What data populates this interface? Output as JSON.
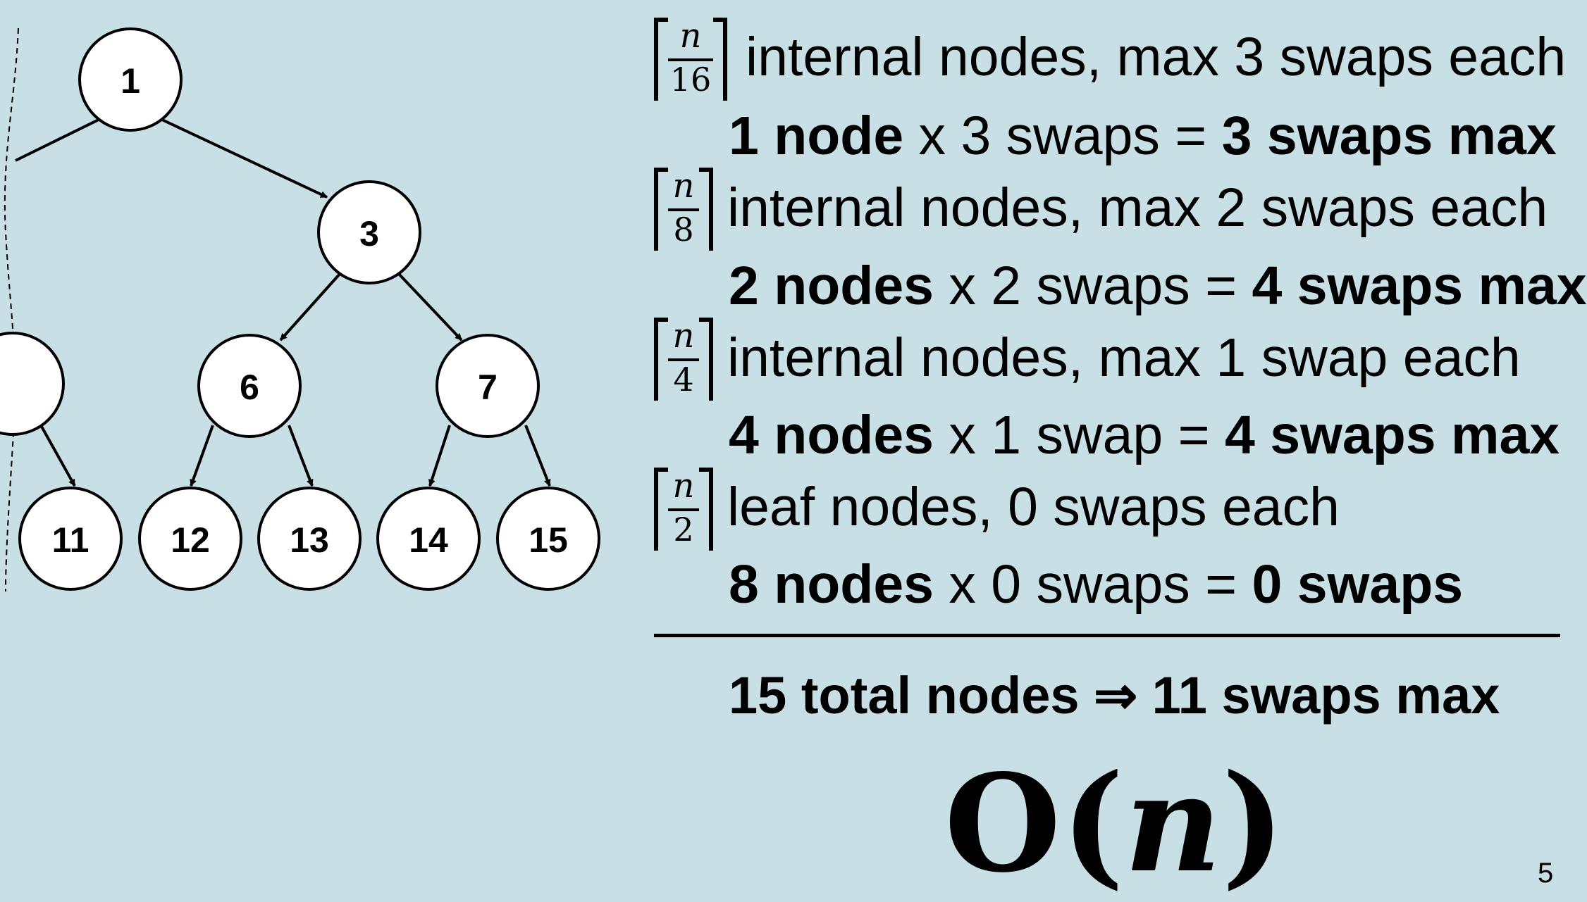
{
  "tree": {
    "nodes": [
      "1",
      "3",
      "6",
      "7",
      "11",
      "12",
      "13",
      "14",
      "15"
    ]
  },
  "levels": [
    {
      "fraction": {
        "numerator": "n",
        "denominator": "16"
      },
      "description": "internal nodes, max 3 swaps each",
      "calc": {
        "count": "1 node",
        "mult": " x 3 swaps = ",
        "result": "3 swaps max"
      }
    },
    {
      "fraction": {
        "numerator": "n",
        "denominator": "8"
      },
      "description": "internal nodes, max 2 swaps each",
      "calc": {
        "count": "2 nodes",
        "mult": " x 2 swaps = ",
        "result": "4 swaps max"
      }
    },
    {
      "fraction": {
        "numerator": "n",
        "denominator": "4"
      },
      "description": "internal nodes, max 1 swap each",
      "calc": {
        "count": "4 nodes",
        "mult": " x 1 swap = ",
        "result": "4 swaps max"
      }
    },
    {
      "fraction": {
        "numerator": "n",
        "denominator": "2"
      },
      "description": "leaf nodes, 0 swaps each",
      "calc": {
        "count": "8 nodes",
        "mult": " x 0 swaps = ",
        "result": "0 swaps"
      }
    }
  ],
  "total": "15 total nodes ⇒ 11 swaps max",
  "complexity": {
    "prefix": "O(",
    "var": "n",
    "suffix": ")"
  },
  "page_number": "5"
}
